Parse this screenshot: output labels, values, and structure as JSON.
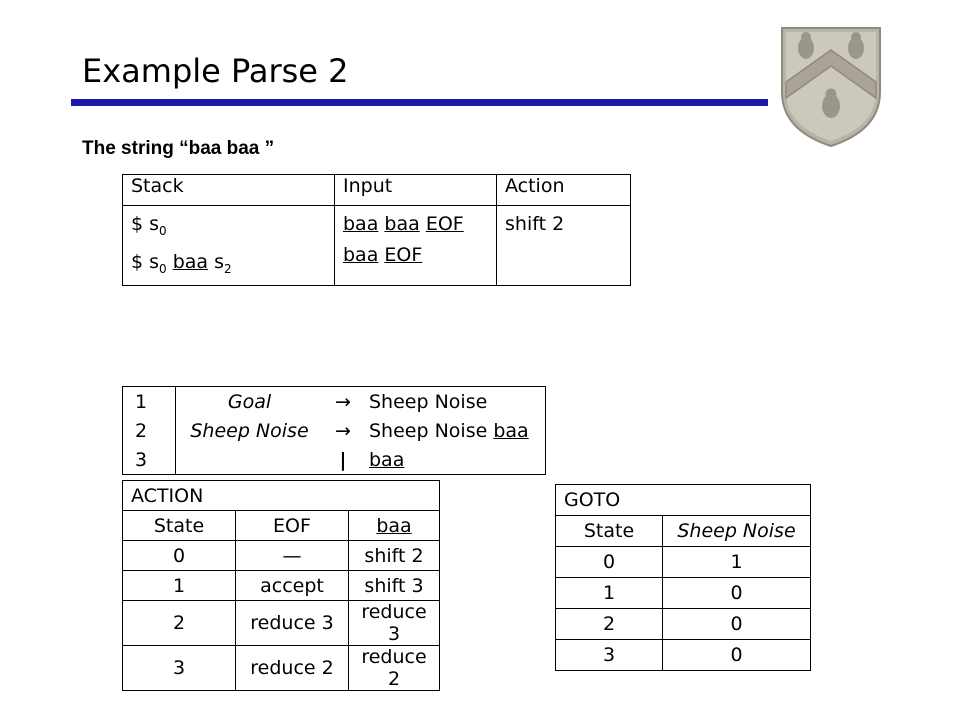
{
  "slide": {
    "title": "Example Parse 2",
    "subtitle": "The string “baa baa ”"
  },
  "stack_table": {
    "headers": [
      "Stack",
      "Input",
      "Action"
    ],
    "rows": [
      {
        "stack_prefix": "$ s",
        "stack_sub": "0",
        "stack_word": "",
        "stack_sub2": "",
        "input_words": [
          "baa",
          "baa",
          "EOF"
        ],
        "action": "shift 2"
      },
      {
        "stack_prefix": "$ s",
        "stack_sub": "0",
        "stack_word": "baa",
        "stack_sub2": "2",
        "input_words": [
          "baa",
          "EOF"
        ],
        "action": ""
      }
    ]
  },
  "grammar": {
    "rules": [
      {
        "num": "1",
        "lhs": "Goal",
        "arrow": "→",
        "rhs": "Sheep Noise",
        "rhs_u": ""
      },
      {
        "num": "2",
        "lhs": "Sheep Noise",
        "arrow": "→",
        "rhs": "Sheep Noise ",
        "rhs_u": "baa"
      },
      {
        "num": "3",
        "lhs": "",
        "arrow": "|",
        "rhs": "",
        "rhs_u": "baa"
      }
    ]
  },
  "action_table": {
    "title": "ACTION",
    "headers": [
      "State",
      "EOF",
      "baa"
    ],
    "rows": [
      [
        "0",
        "—",
        "shift 2"
      ],
      [
        "1",
        "accept",
        "shift 3"
      ],
      [
        "2",
        "reduce 3",
        "reduce 3"
      ],
      [
        "3",
        "reduce 2",
        "reduce 2"
      ]
    ]
  },
  "goto_table": {
    "title": "GOTO",
    "headers": [
      "State",
      "Sheep Noise"
    ],
    "rows": [
      [
        "0",
        "1"
      ],
      [
        "1",
        "0"
      ],
      [
        "2",
        "0"
      ],
      [
        "3",
        "0"
      ]
    ]
  }
}
